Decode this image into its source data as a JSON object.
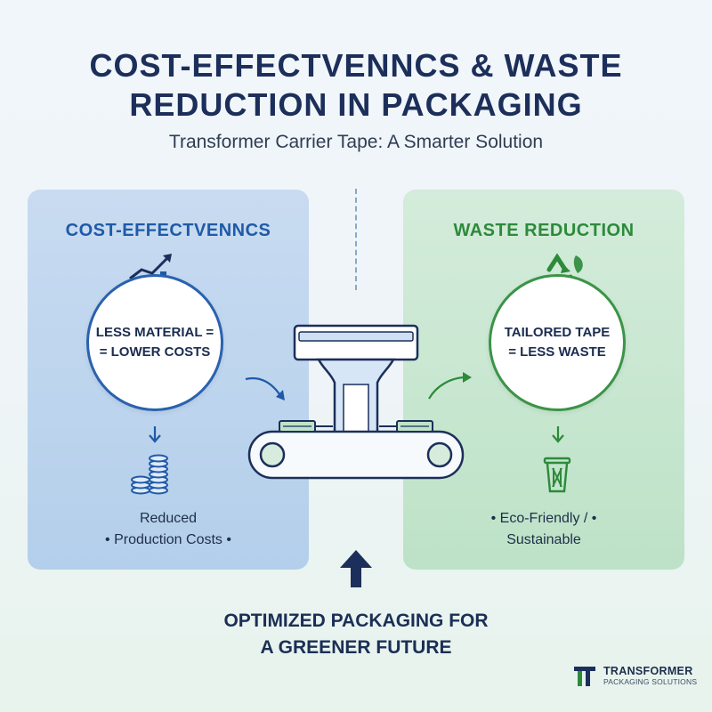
{
  "header": {
    "title_line1": "COST-EFFECTVENNCS & WASTE",
    "title_line2": "REDUCTION IN PACKAGING",
    "subtitle": "Transformer Carrier Tape: A Smarter Solution"
  },
  "left_panel": {
    "heading": "COST-EFFECTVENNCS",
    "circle_line1": "LESS MATERIAL =",
    "circle_line2": "= LOWER COSTS",
    "benefit_line1": "Reduced",
    "benefit_line2": "• Production Costs •",
    "icons": [
      "growth-chart-dollar-icon",
      "coin-stack-icon",
      "down-arrow-icon"
    ]
  },
  "right_panel": {
    "heading": "WASTE REDUCTION",
    "circle_line1": "TAILORED TAPE",
    "circle_line2": "= LESS WASTE",
    "benefit_line1": "• Eco-Friendly / •",
    "benefit_line2": "Sustainable",
    "icons": [
      "recycle-icon",
      "trash-bin-icon",
      "down-arrow-icon"
    ]
  },
  "center": {
    "icons": [
      "carrier-tape-machine-icon",
      "curved-arrow-icon",
      "up-arrow-icon"
    ]
  },
  "footer": {
    "line1": "OPTIMIZED PACKAGING FOR",
    "line2": "A GREENER FUTURE"
  },
  "logo": {
    "name": "TRANSFORMER",
    "tagline": "PACKAGING SOLUTIONS"
  },
  "colors": {
    "navy": "#1c2f5a",
    "blue": "#1f5aa8",
    "green": "#2d8a3a",
    "left_panel_bg": "#c8dbf1",
    "right_panel_bg": "#d4ecdb"
  }
}
